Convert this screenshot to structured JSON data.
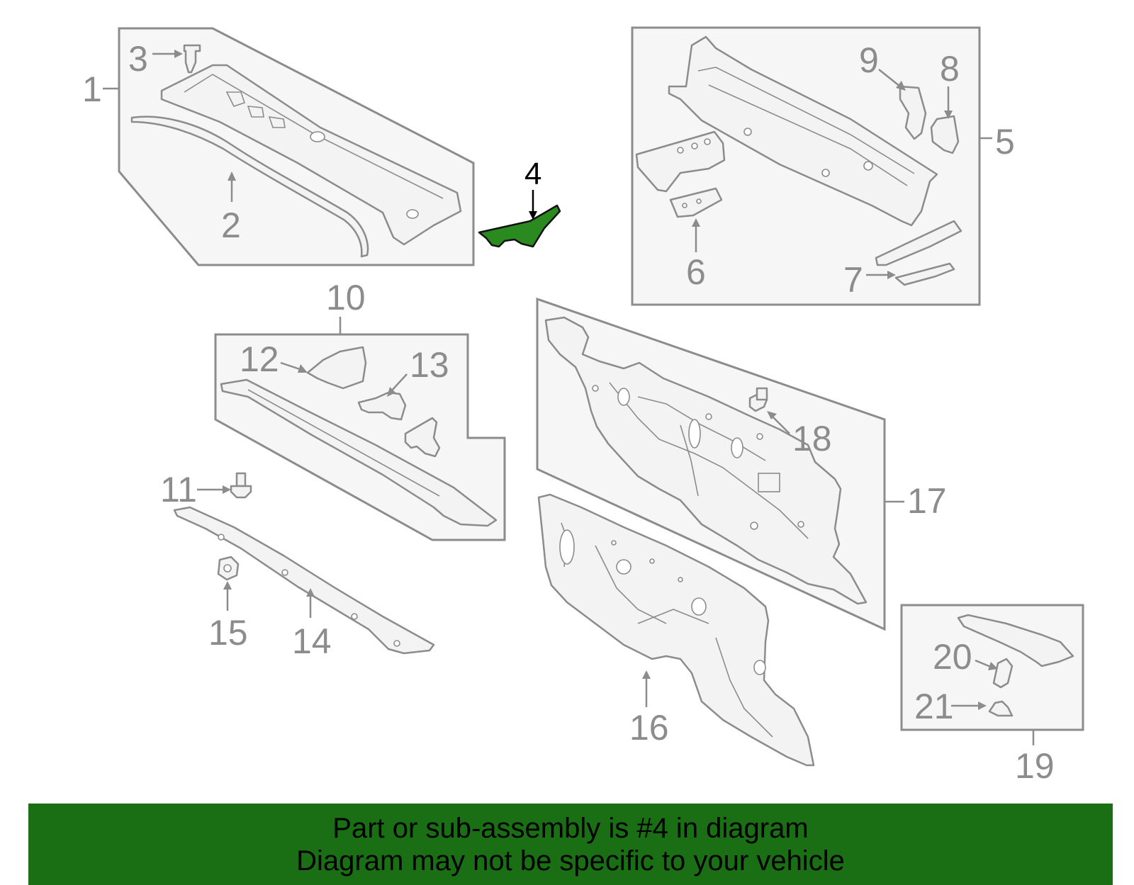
{
  "callouts": {
    "c1": "1",
    "c2": "2",
    "c3": "3",
    "c4": "4",
    "c5": "5",
    "c6": "6",
    "c7": "7",
    "c8": "8",
    "c9": "9",
    "c10": "10",
    "c11": "11",
    "c12": "12",
    "c13": "13",
    "c14": "14",
    "c15": "15",
    "c16": "16",
    "c17": "17",
    "c18": "18",
    "c19": "19",
    "c20": "20",
    "c21": "21"
  },
  "highlighted_part": "4",
  "colors": {
    "highlight": "#2b8a1f",
    "banner": "#1a6e14",
    "linework": "#8c8c8c"
  },
  "banner": {
    "line1": "Part or sub-assembly is #4 in diagram",
    "line2": "Diagram may not be specific to your vehicle"
  }
}
